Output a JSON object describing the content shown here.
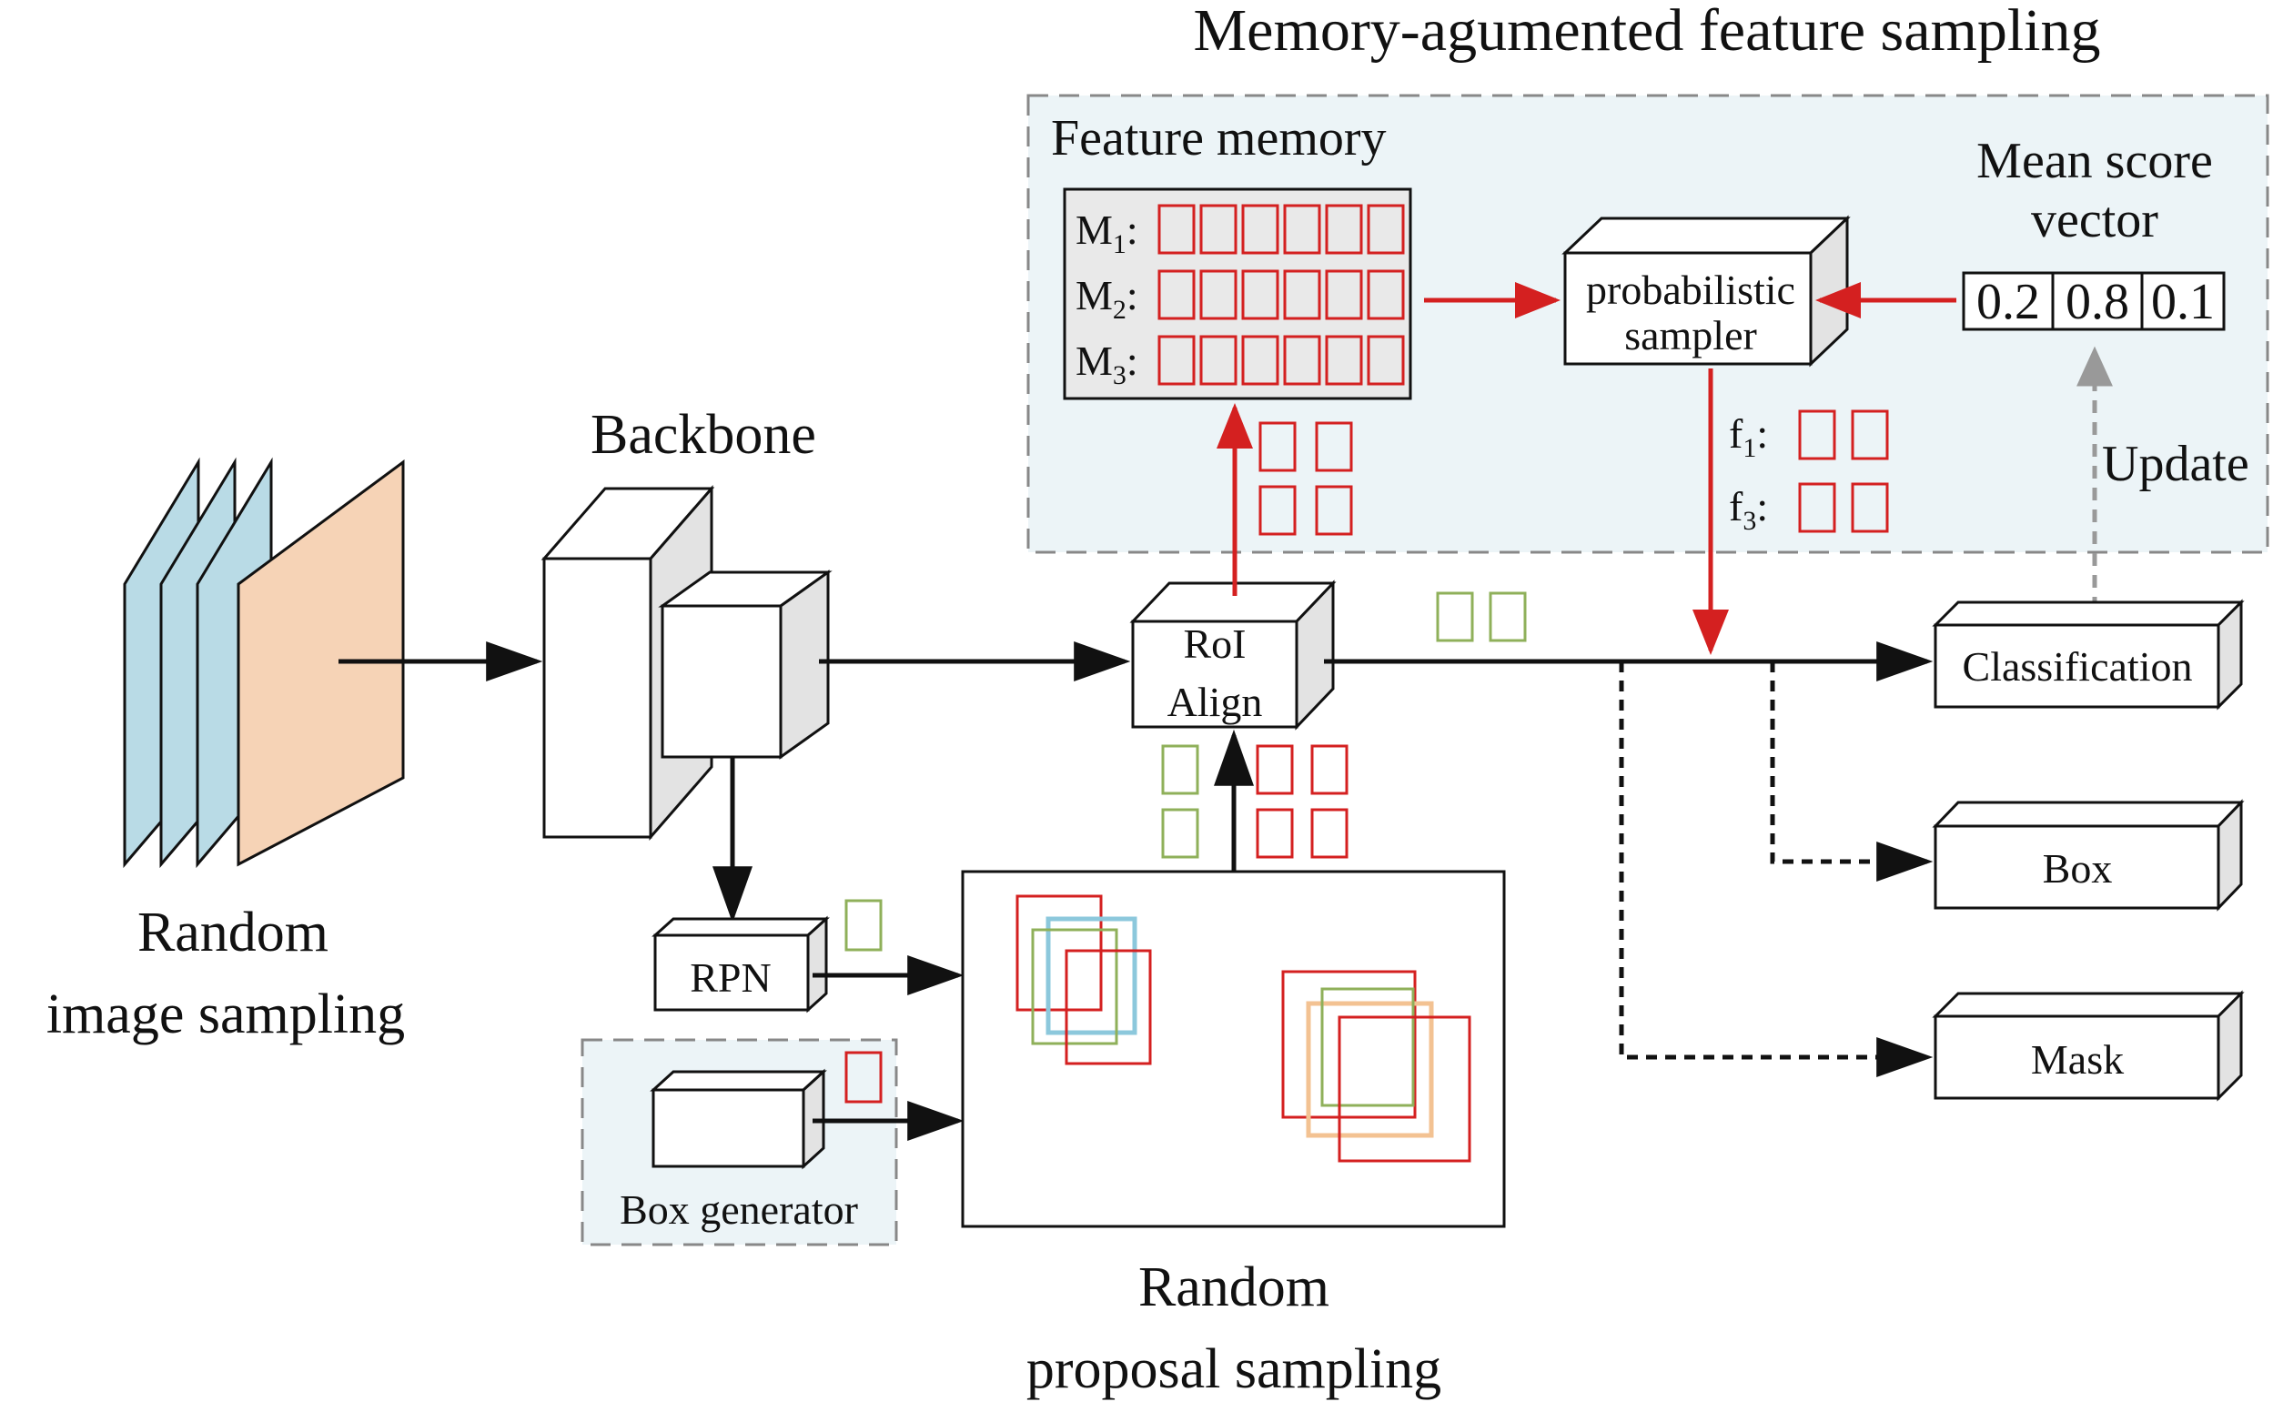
{
  "titles": {
    "memory_section": "Memory-agumented feature sampling",
    "feature_memory": "Feature memory",
    "mean_score_vector_1": "Mean score",
    "mean_score_vector_2": "vector",
    "backbone": "Backbone",
    "random_image_1": "Random",
    "random_image_2": "image sampling",
    "random_proposal_1": "Random",
    "random_proposal_2": "proposal sampling",
    "box_generator": "Box generator",
    "update": "Update"
  },
  "memory_rows": [
    {
      "name": "M",
      "sub": "1"
    },
    {
      "name": "M",
      "sub": "2"
    },
    {
      "name": "M",
      "sub": "3"
    }
  ],
  "sampled_features": [
    {
      "name": "f",
      "sub": "1"
    },
    {
      "name": "f",
      "sub": "3"
    }
  ],
  "mean_scores": [
    "0.2",
    "0.8",
    "0.1"
  ],
  "blocks": {
    "sampler_1": "probabilistic",
    "sampler_2": "sampler",
    "roi_1": "RoI",
    "roi_2": "Align",
    "rpn": "RPN",
    "classification": "Classification",
    "box": "Box",
    "mask": "Mask"
  },
  "colors": {
    "red": "#d42020",
    "green": "#8fb05a",
    "blue": "#8cc8dc",
    "orange": "#f3c292",
    "image_blue": "#b9dbe6",
    "image_peach": "#f6d3b6",
    "panel": "#ecf4f7",
    "gray_arrow": "#999999"
  }
}
